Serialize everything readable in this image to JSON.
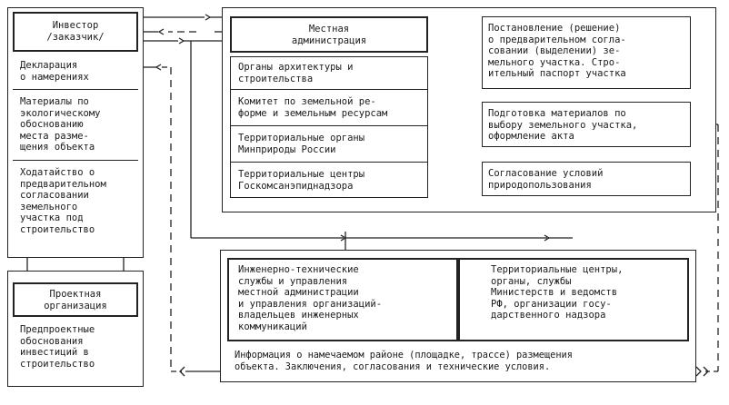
{
  "investor": {
    "title": "Инвестор\n/заказчик/",
    "items": [
      "Декларация\nо намерениях",
      "Материалы по\nэкологическому\nобоснованию\nместа разме-\nщения объекта",
      "Ходатайство о\nпредварительном\nсогласовании\nземельного\nучастка под\nстроительство"
    ]
  },
  "project_org": {
    "title": "Проектная\nорганизация",
    "items": [
      "Предпроектные\nобоснования\nинвестиций в\nстроительство"
    ]
  },
  "local_admin": {
    "title": "Местная\nадминистрация",
    "items": [
      "Органы архитектуры и\nстроительства",
      "Комитет по земельной ре-\nформе и земельным ресурсам",
      "Территориальные органы\nМинприроды России",
      "Территориальные центры\nГоскомсанэпиднадзора"
    ]
  },
  "right_items": [
    "Постановление (решение)\nо предварительном согла-\nсовании (выделении) зе-\nмельного участка. Стро-\nительный паспорт участка",
    "Подготовка материалов по\nвыбору земельного участка,\nоформление акта",
    "Согласование условий\nприродопользования"
  ],
  "services": {
    "left": "Инженерно-технические\nслужбы и управления\nместной администрации\nи управления организаций-\nвладельцев инженерных\nкоммуникаций",
    "right": "Территориальные центры,\nорганы, службы\nМинистерств и ведомств\nРФ, организации госу-\nдарственного надзора",
    "info": "Информация о намечаемом районе (площадке, трассе) размещения\nобъекта. Заключения, согласования и технические условия."
  }
}
